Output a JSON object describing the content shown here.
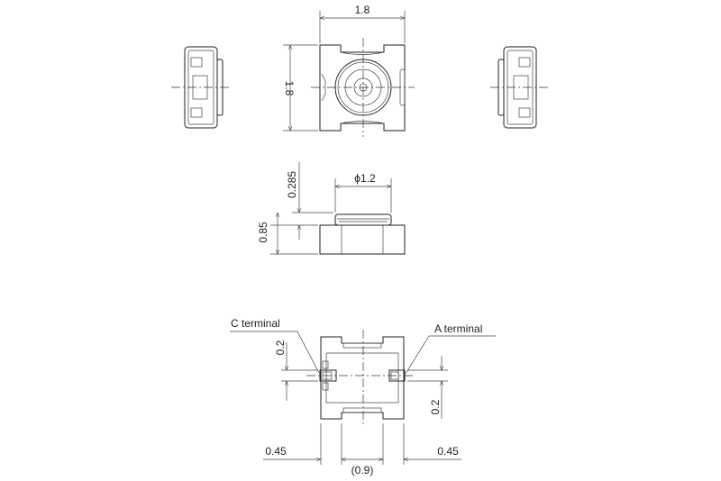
{
  "drawing": {
    "top_view": {
      "width_dim": "1.8",
      "height_dim": "1.8"
    },
    "side_view": {
      "diameter_dim": "ϕ1.2",
      "cap_height_dim": "0.285",
      "total_height_dim": "0.85"
    },
    "bottom_view": {
      "c_terminal_label": "C terminal",
      "a_terminal_label": "A terminal",
      "c_terminal_width_dim": "0.2",
      "a_terminal_width_dim": "0.2",
      "left_pad_dim": "0.45",
      "right_pad_dim": "0.45",
      "center_dim": "(0.9)"
    },
    "line_color": "#222222"
  }
}
